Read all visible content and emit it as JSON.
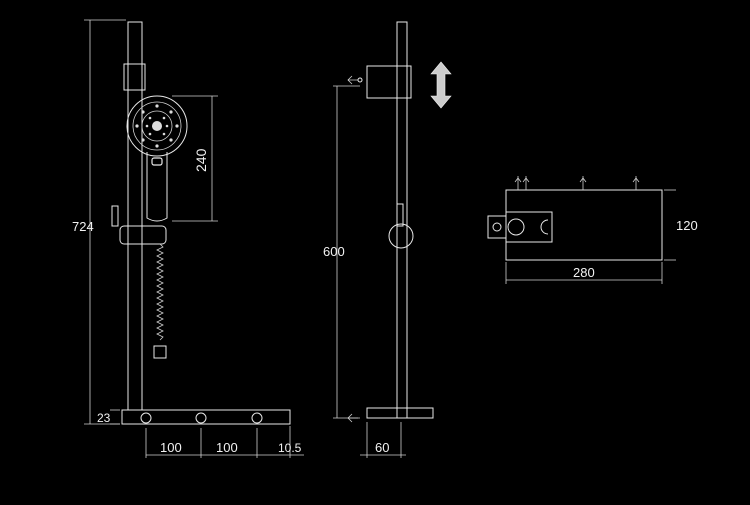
{
  "colors": {
    "background": "#000000",
    "line": "#e8e8e8",
    "arrow_fill": "#cccccc"
  },
  "dimensions": {
    "total_height": "724",
    "head_height": "240",
    "rail_height": "600",
    "base_thickness": "23",
    "spacing_left": "100",
    "spacing_right": "100",
    "end_offset": "10.5",
    "base_depth": "60",
    "plan_depth": "120",
    "plan_width": "280"
  },
  "icons": {
    "slide_arrow": "up-down-arrow-icon"
  }
}
